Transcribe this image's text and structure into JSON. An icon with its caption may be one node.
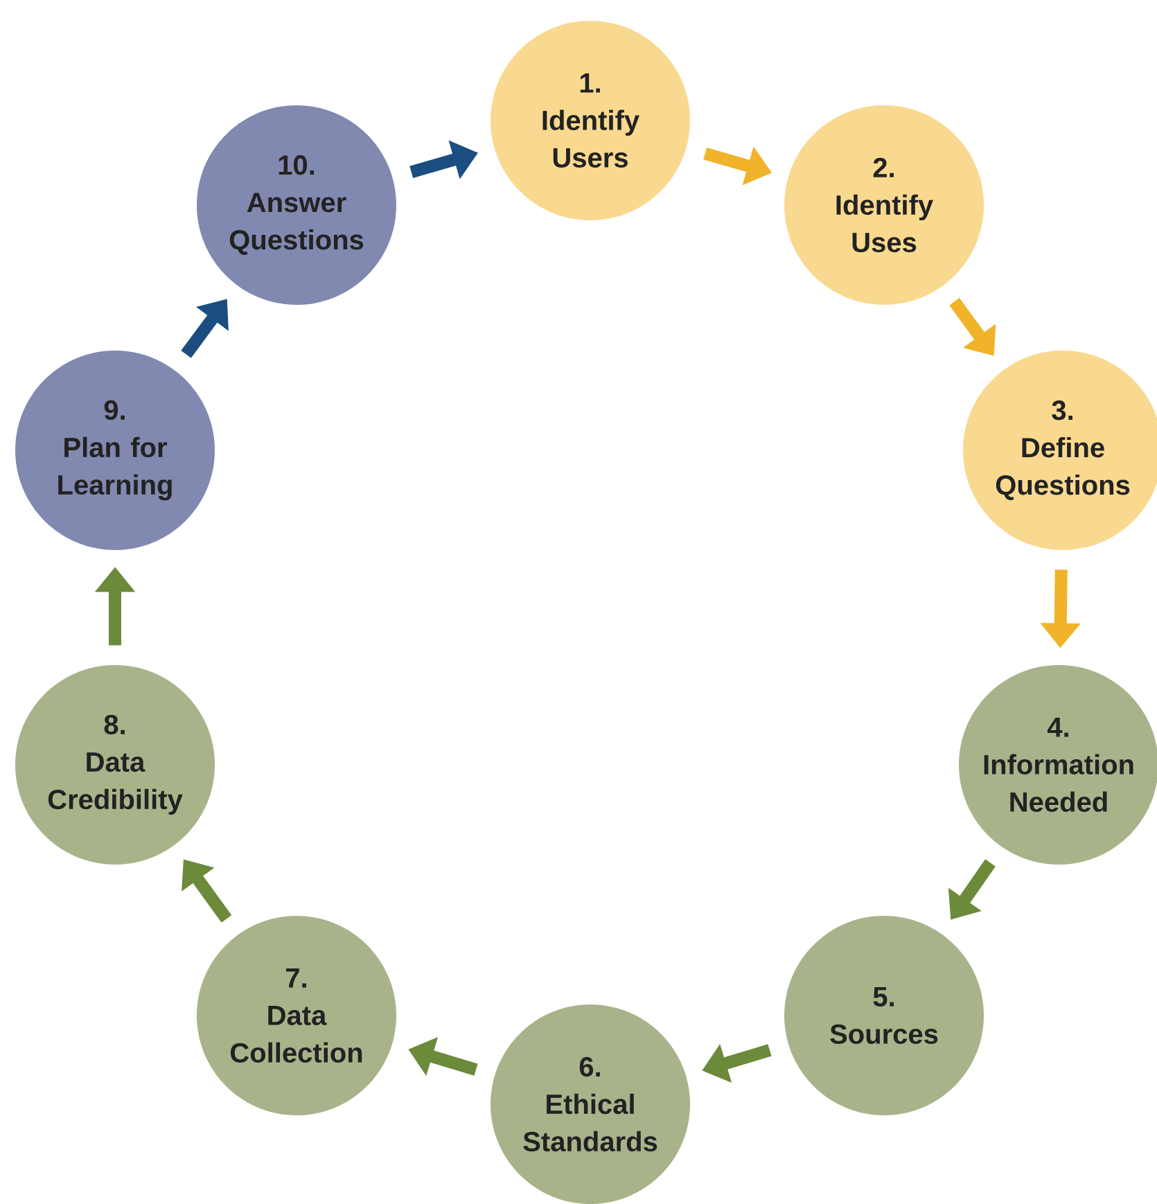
{
  "diagram": {
    "nodes": [
      {
        "text": [
          "1.",
          "Identify Users"
        ]
      },
      {
        "text": [
          "2.",
          "Identify Uses"
        ]
      },
      {
        "text": [
          "3.",
          "Define Questions"
        ]
      },
      {
        "text": [
          "4.",
          "Information Needed"
        ]
      },
      {
        "text": [
          "5.",
          "Sources"
        ]
      },
      {
        "text": [
          "6.",
          "Ethical Standards"
        ]
      },
      {
        "text": [
          "7.",
          "Data Collection"
        ]
      },
      {
        "text": [
          "8.",
          "Data Credibility"
        ]
      },
      {
        "text": [
          "9.",
          "Plan for Learning"
        ]
      },
      {
        "text": [
          "10.",
          "Answer Questions"
        ]
      }
    ],
    "edges": [
      {
        "from": 0,
        "to": 1,
        "arrow": "to",
        "color": "#f0b32a"
      },
      {
        "from": 1,
        "to": 2,
        "arrow": "to",
        "color": "#f0b32a"
      },
      {
        "from": 2,
        "to": 3,
        "arrow": "to",
        "color": "#f0b32a"
      },
      {
        "from": 3,
        "to": 4,
        "arrow": "to"
      },
      {
        "from": 4,
        "to": 5,
        "arrow": "to"
      },
      {
        "from": 5,
        "to": 6,
        "arrow": "to"
      },
      {
        "from": 6,
        "to": 7,
        "arrow": "to"
      },
      {
        "from": 7,
        "to": 8,
        "arrow": "to"
      },
      {
        "from": 8,
        "to": 9,
        "arrow": "to",
        "color": "#1c4d80"
      },
      {
        "from": 9,
        "to": 0,
        "arrow": "to",
        "color": "#1c4d80"
      }
    ]
  }
}
